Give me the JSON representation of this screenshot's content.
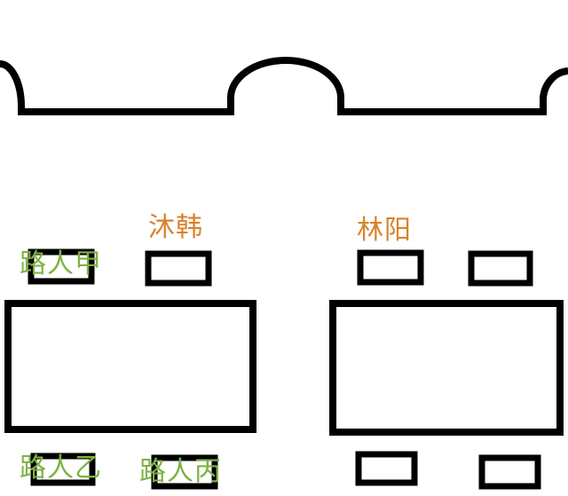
{
  "colors": {
    "outline": "#000000",
    "label_green": "#7cb342",
    "label_orange": "#d9822b",
    "background": "#ffffff"
  },
  "labels": {
    "muhan": "沐韩",
    "linyang": "林阳",
    "passerby_a": "路人甲",
    "passerby_b": "路人乙",
    "passerby_c": "路人丙"
  }
}
